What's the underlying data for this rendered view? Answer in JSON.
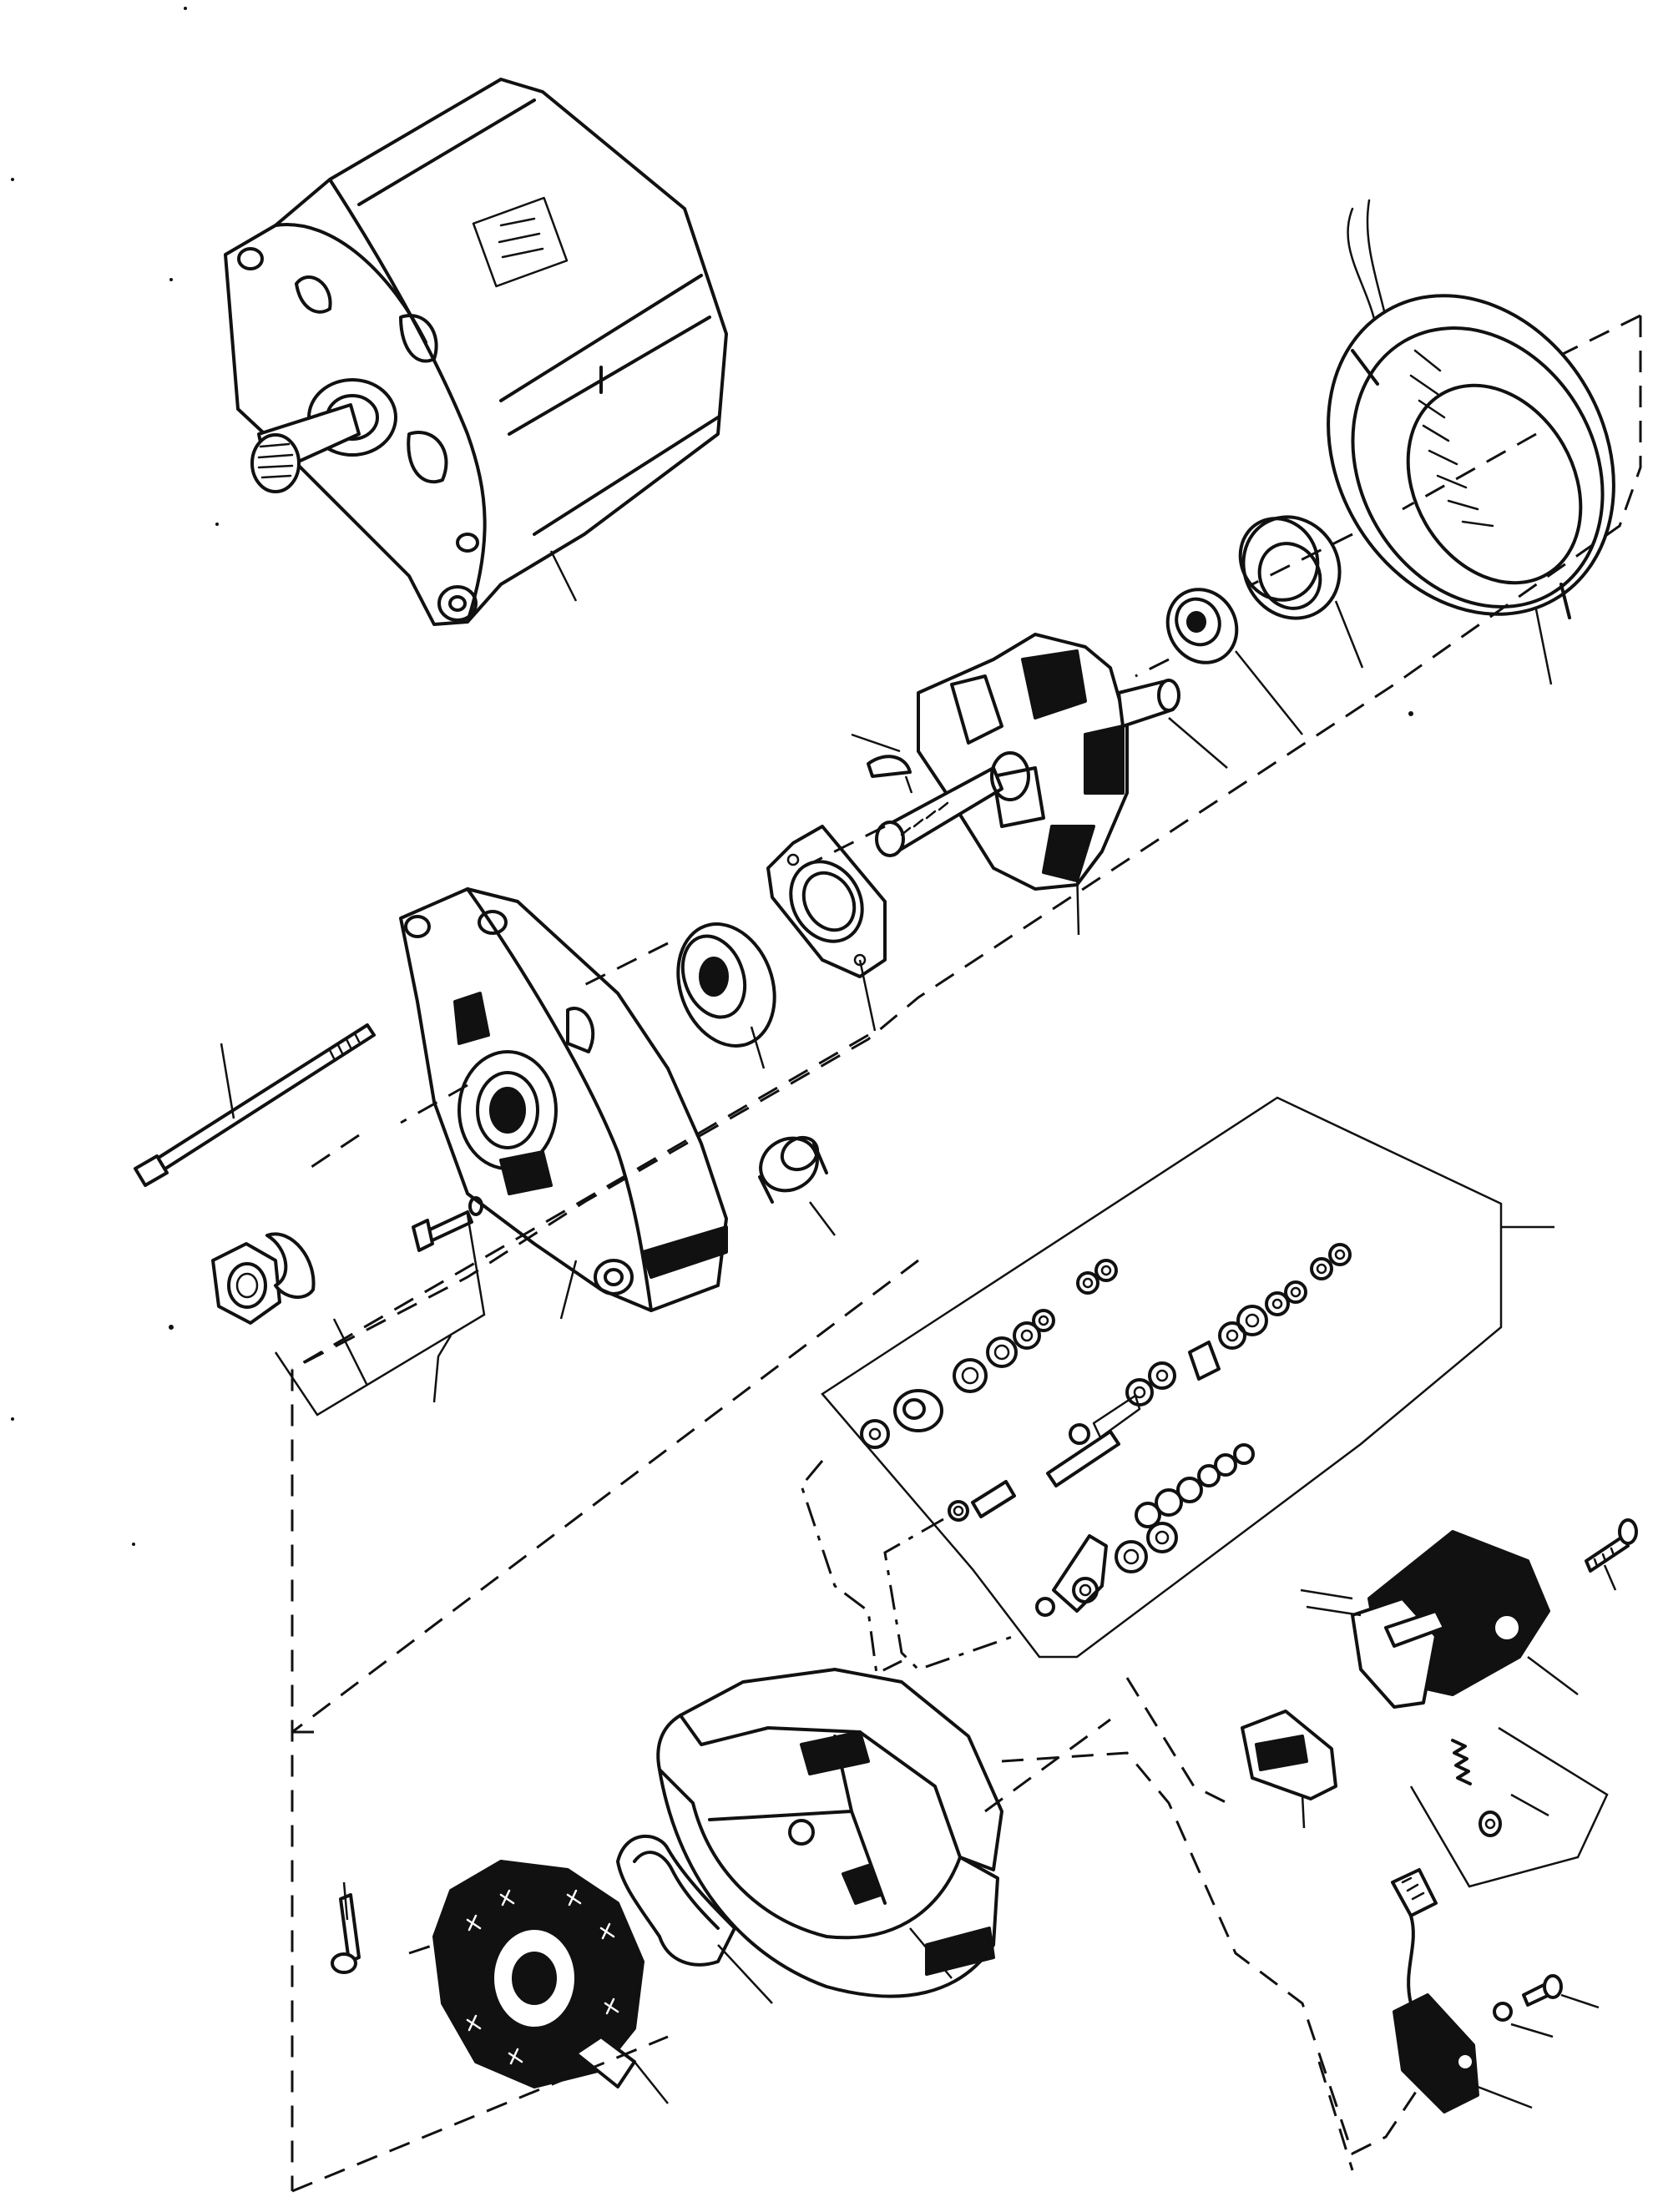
{
  "figure": {
    "labels": [],
    "parts": [
      {
        "id": "alternator-assembly"
      },
      {
        "id": "stator"
      },
      {
        "id": "slip-ring-bearing-sleeve"
      },
      {
        "id": "slip-ring-bearing"
      },
      {
        "id": "rotor"
      },
      {
        "id": "woodruff-key"
      },
      {
        "id": "bearing-retainer-plate"
      },
      {
        "id": "drive-end-bearing"
      },
      {
        "id": "drive-end-housing"
      },
      {
        "id": "through-bolt"
      },
      {
        "id": "pulley-nut"
      },
      {
        "id": "spring-washer"
      },
      {
        "id": "screw-and-washer"
      },
      {
        "id": "bushing"
      },
      {
        "id": "terminal-hardware-kit"
      },
      {
        "id": "voltage-regulator"
      },
      {
        "id": "regulator-screw"
      },
      {
        "id": "brush-holder"
      },
      {
        "id": "brush-springs"
      },
      {
        "id": "rectifier-screw"
      },
      {
        "id": "rectifier-diode-plate"
      },
      {
        "id": "insulating-clip"
      },
      {
        "id": "slip-ring-end-housing"
      },
      {
        "id": "suppression-capacitor"
      },
      {
        "id": "capacitor-screw-washer"
      }
    ]
  }
}
